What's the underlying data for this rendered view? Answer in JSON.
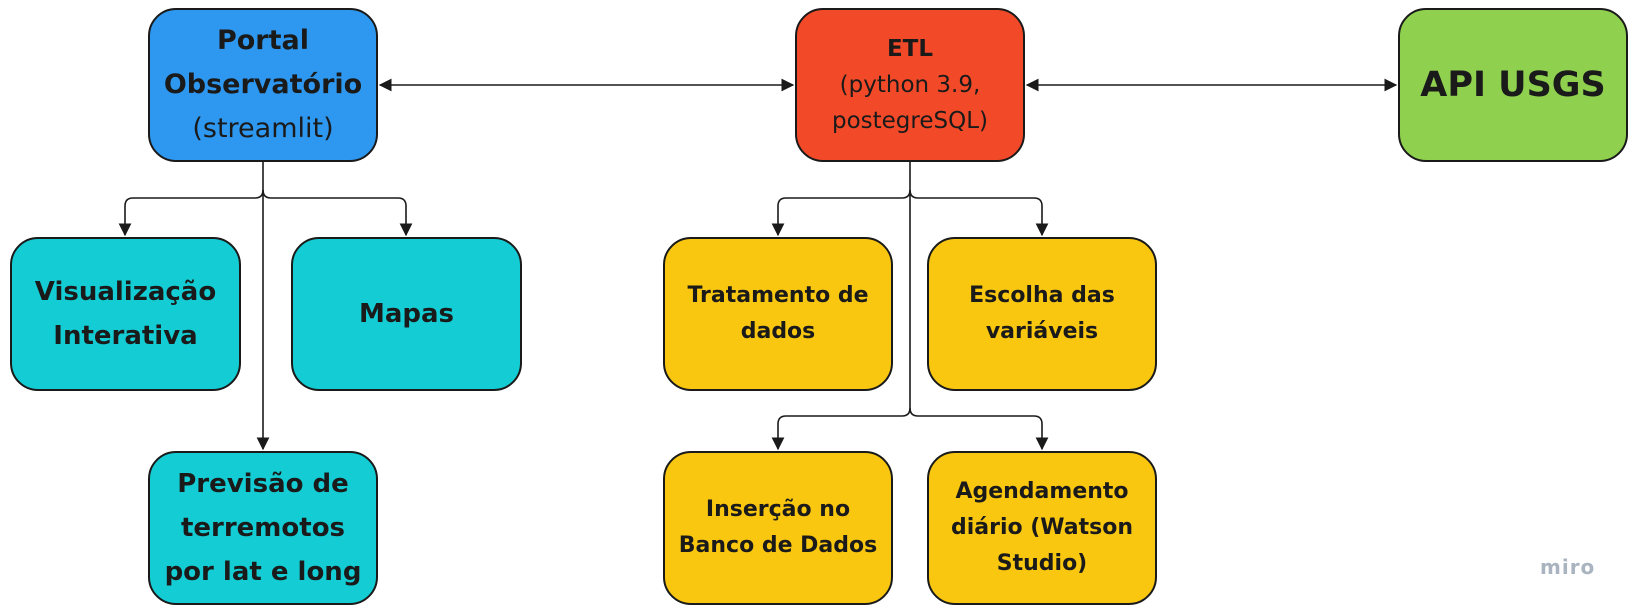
{
  "nodes": {
    "portal": {
      "line1": "Portal",
      "line2": "Observatório",
      "line3": "(streamlit)"
    },
    "etl": {
      "line1": "ETL",
      "line2": "(python 3.9,",
      "line3": "postegreSQL)"
    },
    "api": {
      "label": "API USGS"
    },
    "visualizacao": {
      "line1": "Visualização",
      "line2": "Interativa"
    },
    "mapas": {
      "label": "Mapas"
    },
    "previsao": {
      "line1": "Previsão de",
      "line2": "terremotos",
      "line3": "por lat e long"
    },
    "tratamento": {
      "line1": "Tratamento de",
      "line2": "dados"
    },
    "escolha": {
      "line1": "Escolha das",
      "line2": "variáveis"
    },
    "insercao": {
      "line1": "Inserção no",
      "line2": "Banco de Dados"
    },
    "agendamento": {
      "line1": "Agendamento",
      "line2": "diário (Watson",
      "line3": "Studio)"
    }
  },
  "colors": {
    "portal": "#2e98f0",
    "etl": "#f24a28",
    "api": "#8fd14f",
    "cyan": "#14cdd4",
    "yellow": "#fac710",
    "stroke": "#1a1a1a"
  },
  "watermark": "miro"
}
